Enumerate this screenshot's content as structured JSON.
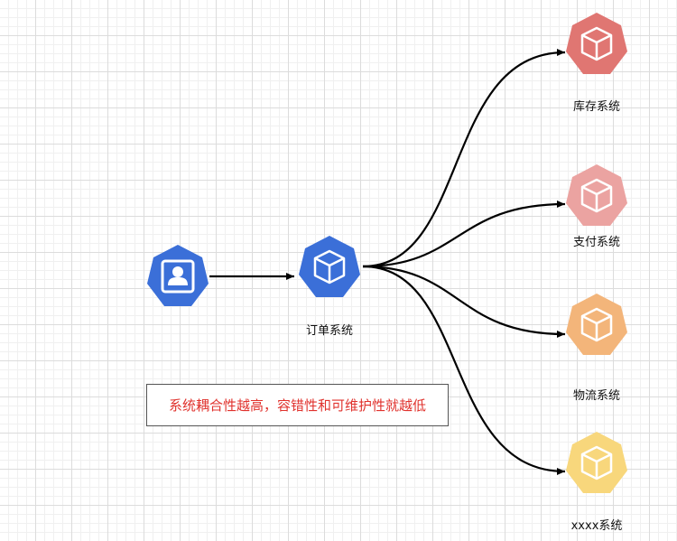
{
  "colors": {
    "user": "#3b6fd8",
    "order": "#3b6fd8",
    "inventory": "#e07672",
    "payment": "#eba3a1",
    "logistics": "#f3b57a",
    "xxxx": "#f8d77c",
    "edge": "#000000",
    "note_text": "#e0322d"
  },
  "nodes": {
    "user": {
      "icon": "user-icon",
      "label": ""
    },
    "order": {
      "icon": "cube-icon",
      "label": "订单系统"
    },
    "inventory": {
      "icon": "cube-icon",
      "label": "库存系统"
    },
    "payment": {
      "icon": "cube-icon",
      "label": "支付系统"
    },
    "logistics": {
      "icon": "cube-icon",
      "label": "物流系统"
    },
    "xxxx": {
      "icon": "cube-icon",
      "label": "xxxx系统"
    }
  },
  "note": {
    "text": "系统耦合性越高，容错性和可维护性就越低"
  }
}
